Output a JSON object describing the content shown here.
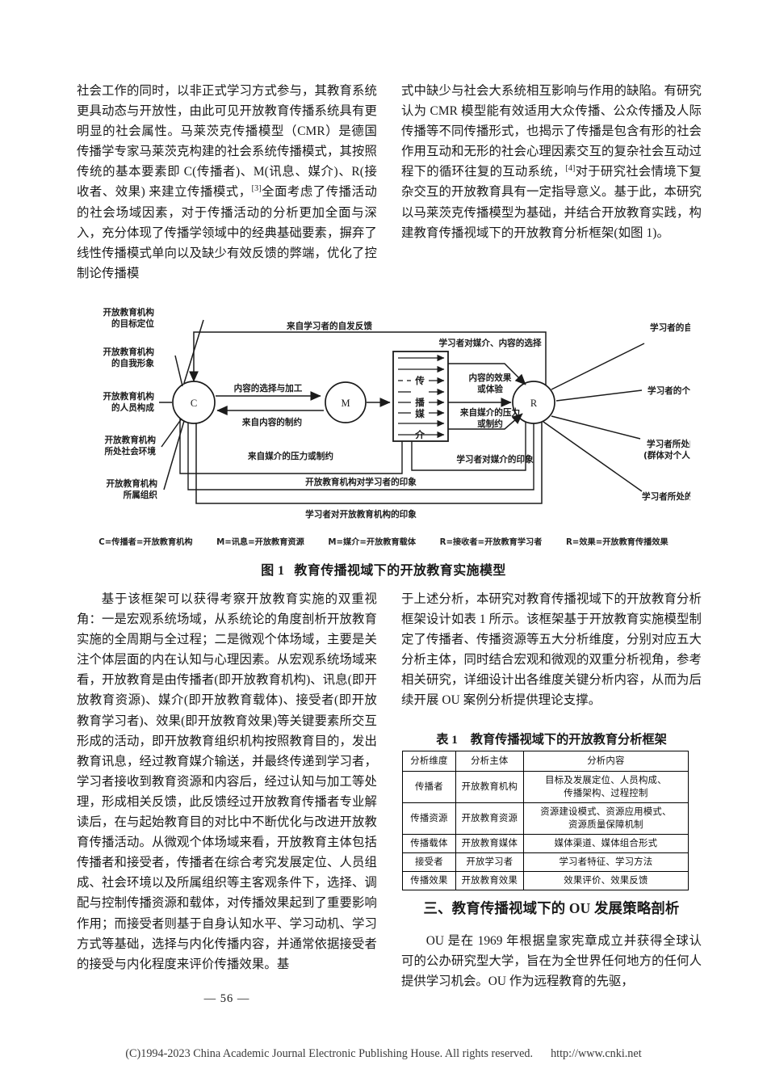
{
  "body": {
    "col_a_left": "社会工作的同时，以非正式学习方式参与，其教育系统更具动态与开放性，由此可见开放教育传播系统具有更明显的社会属性。马莱茨克传播模型（CMR）是德国传播学专家马莱茨克构建的社会系统传播模式，其按照传统的基本要素即 C(传播者)、M(讯息、媒介)、R(接收者、效果) 来建立传播模式，",
    "col_a_left_sup": "[3]",
    "col_a_left_2": "全面考虑了传播活动的社会场域因素，对于传播活动的分析更加全面与深入，充分体现了传播学领域中的经典基础要素，摒弃了线性传播模式单向以及缺少有效反馈的弊端，优化了控制论传播模",
    "col_a_right": "式中缺少与社会大系统相互影响与作用的缺陷。有研究认为 CMR 模型能有效适用大众传播、公众传播及人际传播等不同传播形式，也揭示了传播是包含有形的社会作用互动和无形的社会心理因素交互的复杂社会互动过程下的循环往复的互动系统，",
    "col_a_right_sup": "[4]",
    "col_a_right_2": "对于研究社会情境下复杂交互的开放教育具有一定指导意义。基于此，本研究以马莱茨克传播模型为基础，并结合开放教育实践，构建教育传播视域下的开放教育分析框架(如图 1)。",
    "col_b_left": "基于该框架可以获得考察开放教育实施的双重视角：一是宏观系统场域，从系统论的角度剖析开放教育实施的全周期与全过程；二是微观个体场域，主要是关注个体层面的内在认知与心理因素。从宏观系统场域来看，开放教育是由传播者(即开放教育机构)、讯息(即开放教育资源)、媒介(即开放教育载体)、接受者(即开放教育学习者)、效果(即开放教育效果)等关键要素所交互形成的活动，即开放教育组织机构按照教育目的，发出教育讯息，经过教育媒介输送，并最终传递到学习者，学习者接收到教育资源和内容后，经过认知与加工等处理，形成相关反馈，此反馈经过开放教育传播者专业解读后，在与起始教育目的对比中不断优化与改进开放教育传播活动。从微观个体场域来看，开放教育主体包括传播者和接受者，传播者在综合考究发展定位、人员组成、社会环境以及所属组织等主客观条件下，选择、调配与控制传播资源和载体，对传播效果起到了重要影响作用；而接受者则基于自身认知水平、学习动机、学习方式等基础，选择与内化传播内容，并通常依据接受者的接受与内化程度来评价传播效果。基",
    "col_b_right": "于上述分析，本研究对教育传播视域下的开放教育分析框架设计如表 1 所示。该框架基于开放教育实施模型制定了传播者、传播资源等五大分析维度，分别对应五大分析主体，同时结合宏观和微观的双重分析视角，参考相关研究，详细设计出各维度关键分析内容，从而为后续开展 OU 案例分析提供理论支撑。",
    "after_heading": "OU 是在 1969 年根据皇家宪章成立并获得全球认可的公办研究型大学，旨在为全世界任何地方的任何人提供学习机会。OU 作为远程教育的先驱，"
  },
  "figure": {
    "caption_number": "图 1",
    "caption_text": "教育传播视域下的开放教育实施模型",
    "nodes": {
      "c": "C",
      "m": "M",
      "r": "R",
      "media_box": [
        "传",
        "播",
        "媒",
        "介"
      ]
    },
    "left_labels": [
      "开放教育机构\n的目标定位",
      "开放教育机构\n的自我形象",
      "开放教育机构\n的人员构成",
      "开放教育机构\n所处社会环境",
      "开放教育机构\n所属组织"
    ],
    "left_labels_flat": [
      [
        "开放教育机构",
        "的目标定位"
      ],
      [
        "开放教育机构",
        "的自我形象"
      ],
      [
        "开放教育机构",
        "的人员构成"
      ],
      [
        "开放教育机构",
        "所处社会环境"
      ],
      [
        "开放教育机构",
        "所属组织"
      ]
    ],
    "right_labels_flat": [
      [
        "学习者的自我印象"
      ],
      [
        "学习者的个人特质"
      ],
      [
        "学习者所处的群体",
        "(群体对个人的影响)"
      ],
      [
        "学习者所处的社会环境"
      ]
    ],
    "flow_labels": {
      "top_feedback": "来自学习者的自发反馈",
      "c_to_m": "内容的选择与加工",
      "m_to_c": "来自内容的制约",
      "media_pressure_left": "来自媒介的压力或制约",
      "learner_media_choice": "学习者对媒介、内容的选择",
      "content_effect": "内容的效果\n或体验",
      "content_effect_l1": "内容的效果",
      "content_effect_l2": "或体验",
      "media_pressure_right_l1": "来自媒介的压力",
      "media_pressure_right_l2": "或制约",
      "learner_media_impression": "学习者对媒介的印象",
      "org_to_learner_impression": "开放教育机构对学习者的印象",
      "learner_to_org_impression": "学习者对开放教育机构的印象"
    },
    "legend": [
      "C=传播者=开放教育机构",
      "M=讯息=开放教育资源",
      "M=媒介=开放教育载体",
      "R=接收者=开放教育学习者",
      "R=效果=开放教育传播效果"
    ]
  },
  "table": {
    "number": "表 1",
    "title": "教育传播视域下的开放教育分析框架",
    "headers": [
      "分析维度",
      "分析主体",
      "分析内容"
    ],
    "rows": [
      {
        "dimension": "传播者",
        "subject": "开放教育机构",
        "content_lines": [
          "目标及发展定位、人员构成、",
          "传播架构、过程控制"
        ]
      },
      {
        "dimension": "传播资源",
        "subject": "开放教育资源",
        "content_lines": [
          "资源建设模式、资源应用模式、",
          "资源质量保障机制"
        ]
      },
      {
        "dimension": "传播载体",
        "subject": "开放教育媒体",
        "content_lines": [
          "媒体渠道、媒体组合形式"
        ]
      },
      {
        "dimension": "接受者",
        "subject": "开放学习者",
        "content_lines": [
          "学习者特征、学习方法"
        ]
      },
      {
        "dimension": "传播效果",
        "subject": "开放教育效果",
        "content_lines": [
          "效果评价、效果反馈"
        ]
      }
    ]
  },
  "section_heading": "三、教育传播视域下的 OU 发展策略剖析",
  "page_number": "— 56 —",
  "footer": {
    "copyright": "(C)1994-2023 China Academic Journal Electronic Publishing House. All rights reserved.",
    "url": "http://www.cnki.net"
  }
}
